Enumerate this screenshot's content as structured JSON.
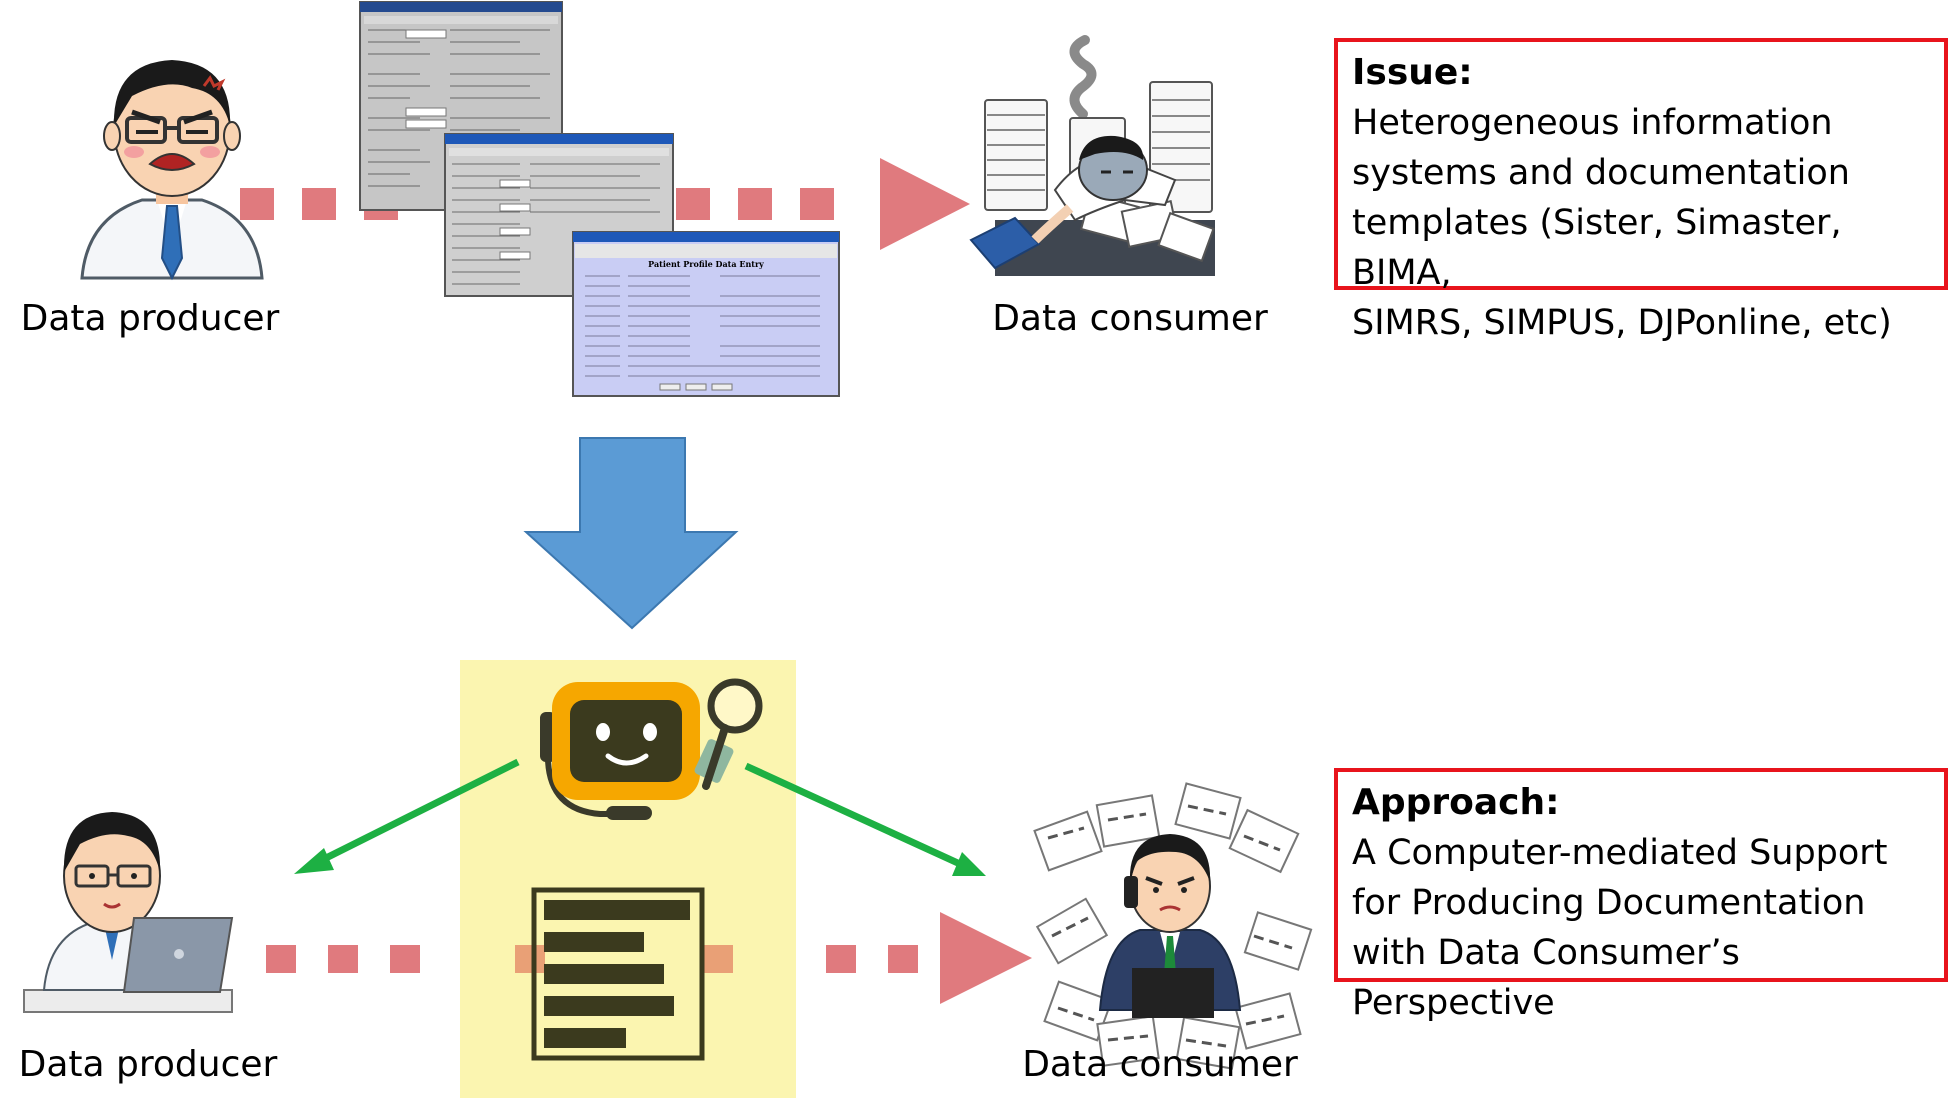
{
  "top": {
    "producer_label": "Data producer",
    "consumer_label": "Data consumer"
  },
  "bottom": {
    "producer_label": "Data producer",
    "consumer_label": "Data consumer"
  },
  "issue": {
    "title": "Issue:",
    "lines": [
      "Heterogeneous information",
      "systems and documentation",
      "templates (Sister, Simaster, BIMA,",
      "SIMRS, SIMPUS, DJPonline, etc)"
    ]
  },
  "approach": {
    "title": "Approach:",
    "lines": [
      "A Computer-mediated Support",
      "for Producing Documentation",
      "with Data Consumer’s Perspective"
    ]
  },
  "form_window": {
    "title": "Patient Profile Data Entry"
  },
  "colors": {
    "dash_arrow": "#e07a7e",
    "green_arrow": "#1db043",
    "blue_arrow": "#5b9bd5",
    "highlight": "#fbf5b0",
    "box_border": "#e8141c",
    "robot_face": "#f6a700"
  }
}
